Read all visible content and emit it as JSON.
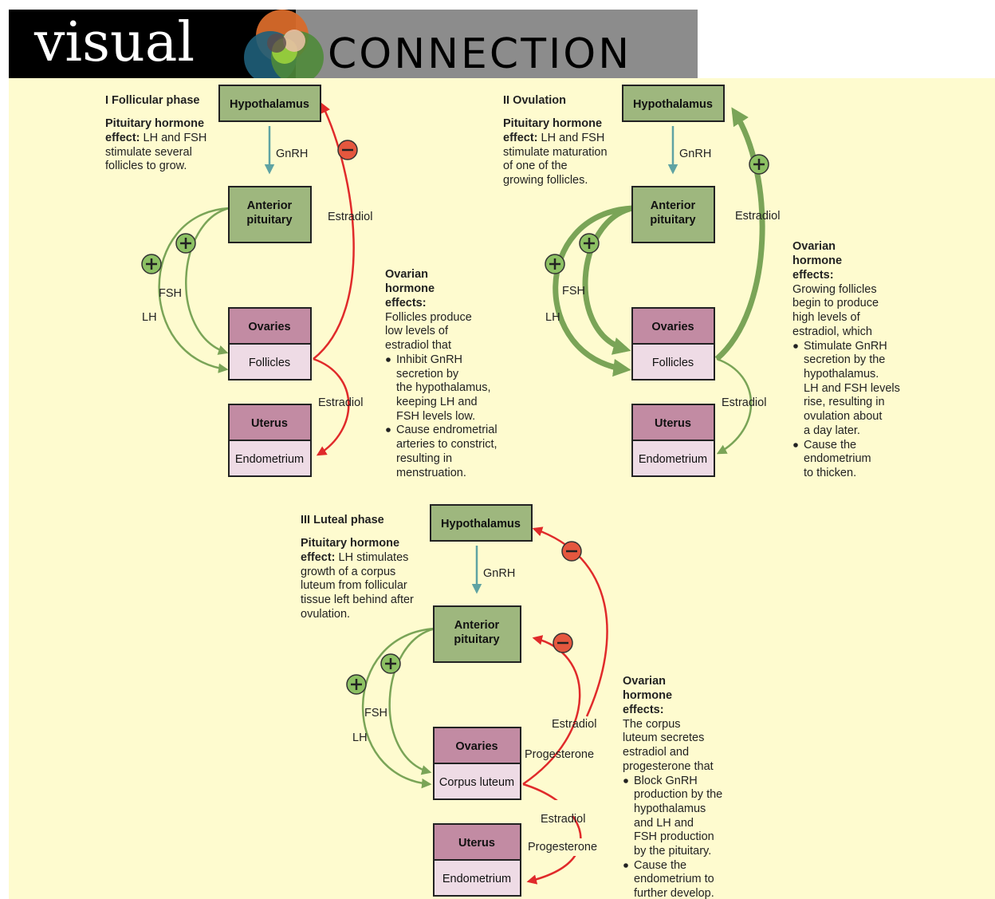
{
  "banner": {
    "word1": "visual",
    "word2": "CONNECTION",
    "logo": "venn-circles-logo"
  },
  "colors": {
    "background": "#fefbcf",
    "hypothalamus": "#9eb77e",
    "ovaries": "#c28ba3",
    "follicles": "#eedbe5",
    "gnrh_arrow": "#5fa3a3",
    "stimulate": "#7aa457",
    "inhibit": "#e02a2a"
  },
  "phase1": {
    "title": "I Follicular phase",
    "pit_bold": "Pituitary hormone",
    "pit_lines": [
      "effect:",
      " LH and FSH",
      "stimulate several",
      "follicles to grow."
    ],
    "hypothalamus": "Hypothalamus",
    "gnrh": "GnRH",
    "anterior": [
      "Anterior",
      "pituitary"
    ],
    "ovaries": "Ovaries",
    "follicles": "Follicles",
    "uterus": "Uterus",
    "endometrium": "Endometrium",
    "fsh": "FSH",
    "lh": "LH",
    "estradiol_top": "Estradiol",
    "estradiol_bottom": "Estradiol",
    "ovarian_title": [
      "Ovarian",
      "hormone",
      "effects:"
    ],
    "ovarian_lines": [
      "Follicles produce",
      "low levels of",
      "estradiol that"
    ],
    "bullets": [
      [
        "Inhibit GnRH",
        "secretion by",
        "the hypothalamus,",
        "keeping LH and",
        "FSH levels low."
      ],
      [
        "Cause endrometrial",
        "arteries to constrict,",
        "resulting in",
        "menstruation."
      ]
    ]
  },
  "phase2": {
    "title": "II Ovulation",
    "pit_bold": "Pituitary hormone",
    "pit_lines": [
      "effect:",
      " LH and FSH",
      "stimulate maturation",
      "of one of the",
      "growing follicles."
    ],
    "hypothalamus": "Hypothalamus",
    "gnrh": "GnRH",
    "anterior": [
      "Anterior",
      "pituitary"
    ],
    "ovaries": "Ovaries",
    "follicles": "Follicles",
    "uterus": "Uterus",
    "endometrium": "Endometrium",
    "fsh": "FSH",
    "lh": "LH",
    "estradiol_top": "Estradiol",
    "estradiol_bottom": "Estradiol",
    "ovarian_title": [
      "Ovarian",
      "hormone",
      "effects:"
    ],
    "ovarian_lines": [
      "Growing follicles",
      "begin to produce",
      "high levels of",
      "estradiol, which"
    ],
    "bullets": [
      [
        "Stimulate GnRH",
        "secretion by the",
        "hypothalamus.",
        "LH and FSH levels",
        "rise, resulting in",
        "ovulation about",
        "a day later."
      ],
      [
        "Cause the",
        "endometrium",
        "to thicken."
      ]
    ]
  },
  "phase3": {
    "title": "III Luteal phase",
    "pit_bold": "Pituitary hormone",
    "pit_lines": [
      "effect:",
      " LH stimulates",
      "growth of a corpus",
      "luteum from follicular",
      "tissue left behind after",
      "ovulation."
    ],
    "hypothalamus": "Hypothalamus",
    "gnrh": "GnRH",
    "anterior": [
      "Anterior",
      "pituitary"
    ],
    "ovaries": "Ovaries",
    "corpus": "Corpus luteum",
    "uterus": "Uterus",
    "endometrium": "Endometrium",
    "fsh": "FSH",
    "lh": "LH",
    "estradiol_top": "Estradiol",
    "progesterone_top": "Progesterone",
    "estradiol_bottom": "Estradiol",
    "progesterone_bottom": "Progesterone",
    "ovarian_title": [
      "Ovarian",
      "hormone",
      "effects:"
    ],
    "ovarian_lines": [
      "The corpus",
      "luteum secretes",
      "estradiol and",
      "progesterone that"
    ],
    "bullets": [
      [
        "Block GnRH",
        "production by the",
        "hypothalamus",
        "and LH and",
        "FSH production",
        "by the pituitary."
      ],
      [
        "Cause the",
        "endometrium to",
        "further develop."
      ]
    ]
  }
}
